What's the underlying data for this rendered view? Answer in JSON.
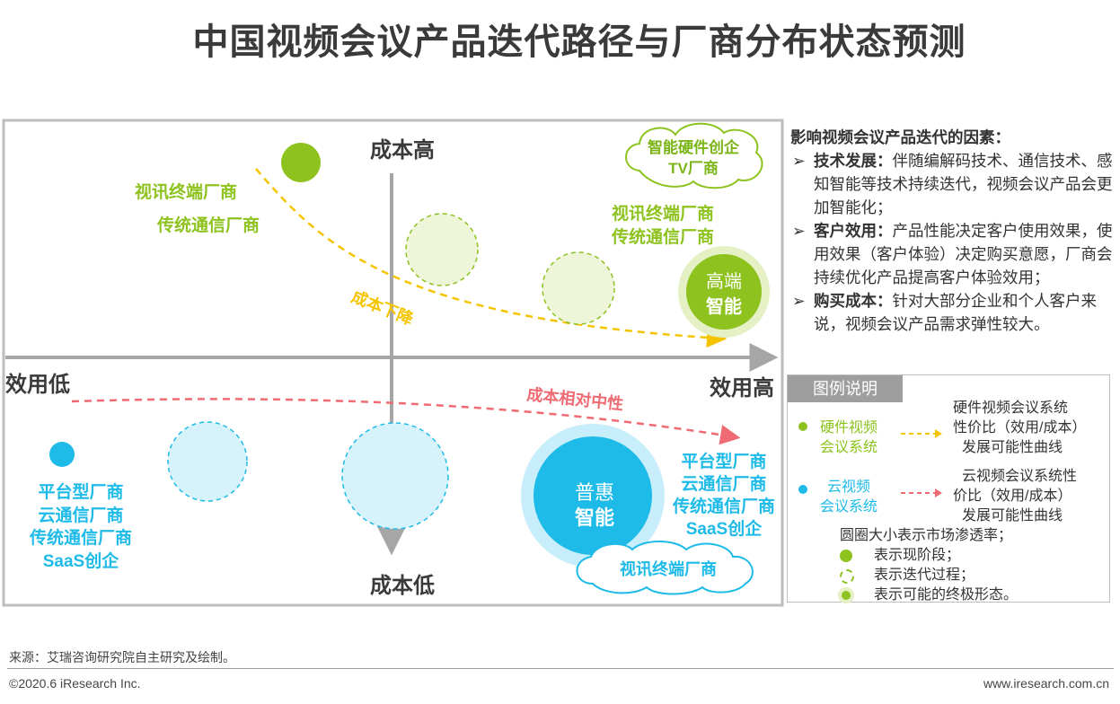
{
  "title": "中国视频会议产品迭代路径与厂商分布状态预测",
  "axes": {
    "top": "成本高",
    "bottom": "成本低",
    "left": "效用低",
    "right": "效用高"
  },
  "curves": {
    "hardware": "成本下降",
    "cloud": "成本相对中性"
  },
  "clusters": {
    "upper_left": [
      "视讯终端厂商",
      "传统通信厂商"
    ],
    "upper_right": [
      "视讯终端厂商",
      "传统通信厂商"
    ],
    "cloud_top": [
      "智能硬件创企",
      "TV厂商"
    ],
    "high_end": [
      "高端",
      "智能"
    ],
    "lower_left": [
      "平台型厂商",
      "云通信厂商",
      "传统通信厂商",
      "SaaS创企"
    ],
    "lower_right": [
      "平台型厂商",
      "云通信厂商",
      "传统通信厂商",
      "SaaS创企"
    ],
    "puhui": [
      "普惠",
      "智能"
    ],
    "cloud_bottom": "视讯终端厂商"
  },
  "factors": {
    "heading": "影响视频会议产品迭代的因素：",
    "items": [
      {
        "key": "技术发展：",
        "text": "伴随编解码技术、通信技术、感知智能等技术持续迭代，视频会议产品会更加智能化；"
      },
      {
        "key": "客户效用：",
        "text": "产品性能决定客户使用效果，使用效果（客户体验）决定购买意愿，厂商会持续优化产品提高客户体验效用；"
      },
      {
        "key": "购买成本：",
        "text": "针对大部分企业和个人客户来说，视频会议产品需求弹性较大。"
      }
    ]
  },
  "legend": {
    "tab": "图例说明",
    "hardware_label": [
      "硬件视频",
      "会议系统"
    ],
    "hardware_curve": [
      "硬件视频会议系统",
      "性价比（效用/成本）",
      "发展可能性曲线"
    ],
    "cloud_label": [
      "云视频",
      "会议系统"
    ],
    "cloud_curve": [
      "云视频会议系统性",
      "价比（效用/成本）",
      "发展可能性曲线"
    ],
    "size_note": "圆圈大小表示市场渗透率；",
    "current": "表示现阶段；",
    "iterating": "表示迭代过程；",
    "final": "表示可能的终极形态。"
  },
  "colors": {
    "green": "#8dc21f",
    "green_light": "#eef5d9",
    "blue": "#1ebbe8",
    "blue_light": "#d6f3fb",
    "yellow": "#f5c400",
    "pink": "#ef6b73",
    "axis": "#a6a6a6"
  },
  "source": "来源：艾瑞咨询研究院自主研究及绘制。",
  "copyright": "©2020.6 iResearch Inc.",
  "website": "www.iresearch.com.cn"
}
